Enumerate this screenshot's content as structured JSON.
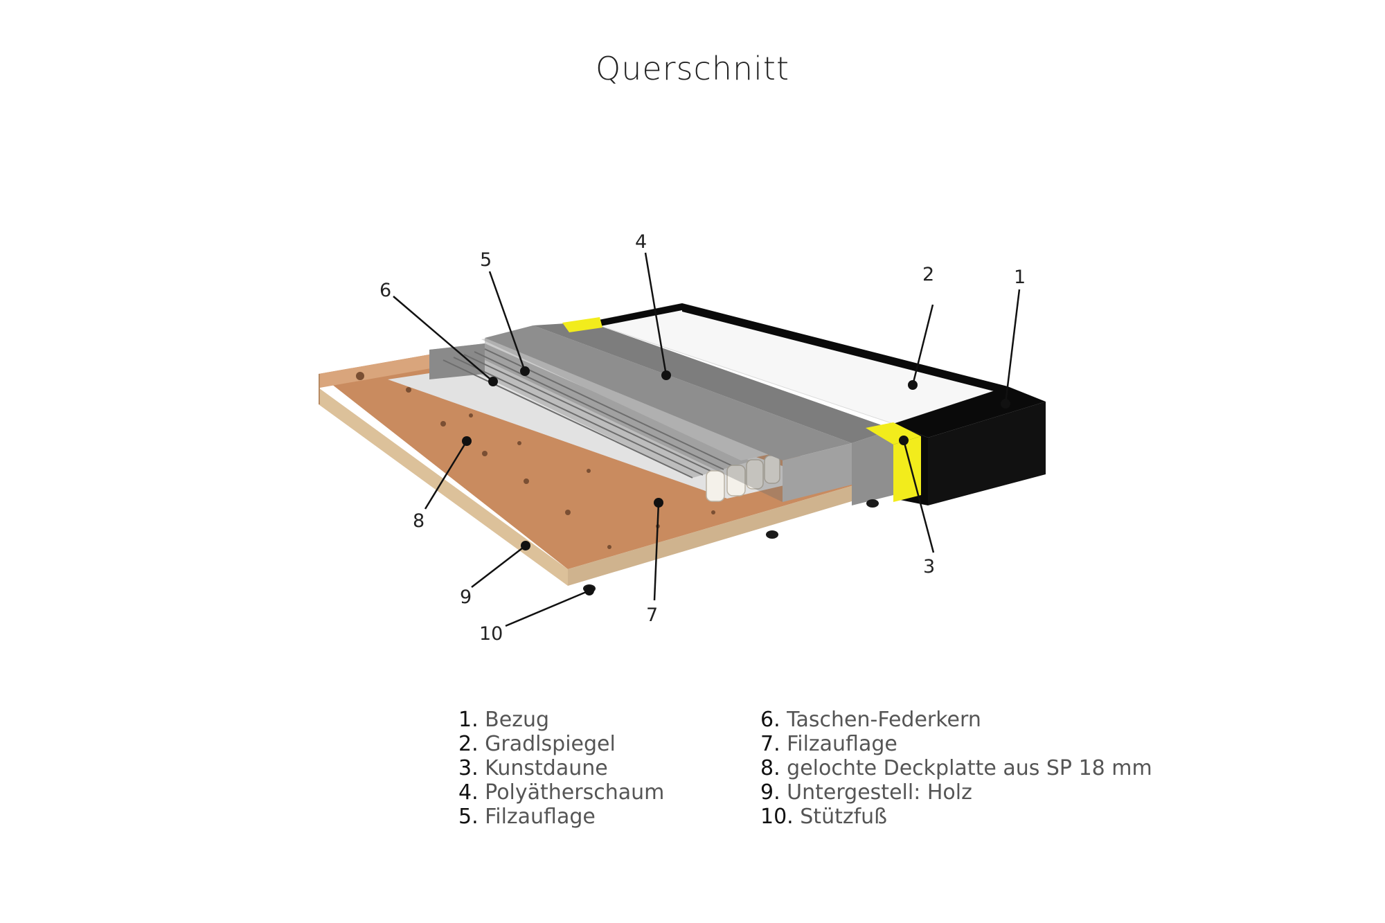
{
  "title": "Querschnitt",
  "callouts": [
    "1",
    "2",
    "3",
    "4",
    "5",
    "6",
    "7",
    "8",
    "9",
    "10"
  ],
  "legend": {
    "col1": [
      {
        "num": "1.",
        "label": "Bezug"
      },
      {
        "num": "2.",
        "label": "Gradlspiegel"
      },
      {
        "num": "3.",
        "label": "Kunstdaune"
      },
      {
        "num": "4.",
        "label": "Polyätherschaum"
      },
      {
        "num": "5.",
        "label": "Filzauflage"
      }
    ],
    "col2": [
      {
        "num": "6.",
        "label": "Taschen-Federkern"
      },
      {
        "num": "7.",
        "label": "Filzauflage"
      },
      {
        "num": "8.",
        "label": "gelochte Deckplatte aus SP 18 mm"
      },
      {
        "num": "9.",
        "label": "Untergestell: Holz"
      },
      {
        "num": "10.",
        "label": "Stützfuß"
      }
    ]
  },
  "colors": {
    "wood": "#c98b5f",
    "wood_edge": "#d9b48c",
    "foam": "#8c8c8c",
    "cover": "#0a0a0a",
    "accent": "#f2ec1c",
    "felt": "#d9d9d9"
  }
}
